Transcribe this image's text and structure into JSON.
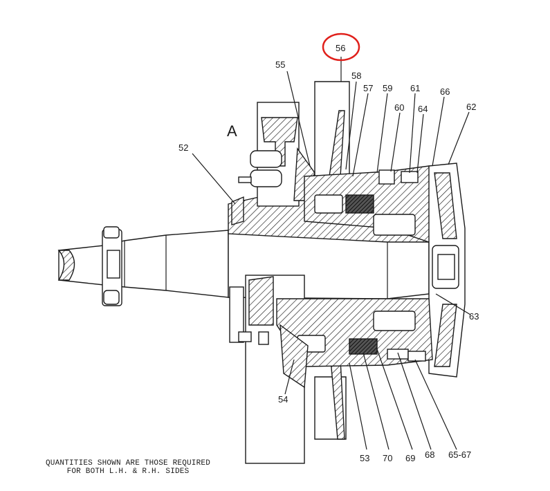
{
  "view_label": "A",
  "callouts": {
    "c52": "52",
    "c53": "53",
    "c54": "54",
    "c55": "55",
    "c56": "56",
    "c57": "57",
    "c58": "58",
    "c59": "59",
    "c60": "60",
    "c61": "61",
    "c62": "62",
    "c63": "63",
    "c64": "64",
    "c65_67": "65-67",
    "c66": "66",
    "c68": "68",
    "c69": "69",
    "c70": "70"
  },
  "highlight": {
    "callout": "56",
    "color": "#e0201b"
  },
  "note": {
    "line1": "QUANTITIES SHOWN ARE THOSE REQUIRED",
    "line2": "FOR BOTH L.H. & R.H. SIDES"
  },
  "colors": {
    "ink": "#1a1a1a",
    "background": "#ffffff"
  }
}
